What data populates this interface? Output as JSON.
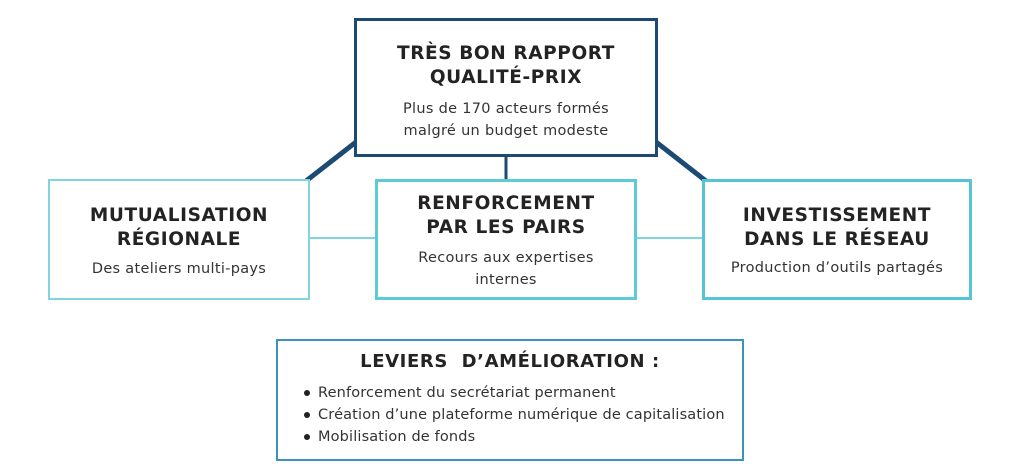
{
  "colors": {
    "top_border": "#1d4a72",
    "top_connector": "#1d4a72",
    "left_border": "#7fd6df",
    "center_border": "#5ccbd6",
    "right_border": "#55c4d4",
    "side_connector": "#7fd6df",
    "bottom_border": "#3b93bd"
  },
  "top": {
    "title_line1": "TRÈS BON RAPPORT",
    "title_line2": "QUALITÉ-PRIX",
    "desc_line1": "Plus de 170 acteurs formés",
    "desc_line2": "malgré un budget modeste"
  },
  "left": {
    "title_line1": "MUTUALISATION",
    "title_line2": "RÉGIONALE",
    "desc_line1": "Des ateliers multi-pays"
  },
  "center": {
    "title_line1": "RENFORCEMENT",
    "title_line2": "PAR LES PAIRS",
    "desc_line1": "Recours aux expertises",
    "desc_line2": "internes"
  },
  "right": {
    "title_line1": "INVESTISSEMENT",
    "title_line2": "DANS LE RÉSEAU",
    "desc_line1": "Production d’outils partagés"
  },
  "levers": {
    "title": "LEVIERS  D’AMÉLIORATION :",
    "items": [
      "Renforcement du secrétariat permanent",
      "Création d’une plateforme numérique de capitalisation",
      "Mobilisation de fonds"
    ]
  }
}
